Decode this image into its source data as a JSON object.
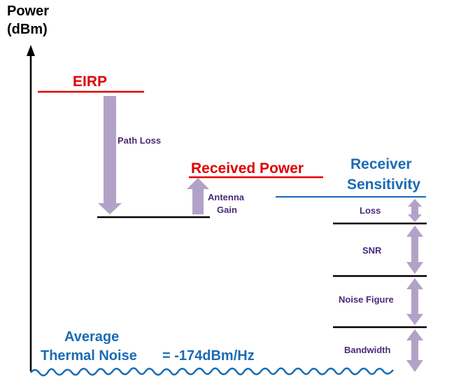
{
  "axis": {
    "title_line1": "Power",
    "title_line2": "(dBm)"
  },
  "levels": {
    "eirp": "EIRP",
    "received_power": "Received Power",
    "receiver_sensitivity_line1": "Receiver",
    "receiver_sensitivity_line2": "Sensitivity"
  },
  "arrows": {
    "path_loss": "Path Loss",
    "antenna_gain_line1": "Antenna",
    "antenna_gain_line2": "Gain",
    "loss": "Loss",
    "snr": "SNR",
    "noise_figure": "Noise Figure",
    "bandwidth": "Bandwidth"
  },
  "noise": {
    "line1": "Average",
    "line2": "Thermal Noise",
    "value": "= -174dBm/Hz"
  },
  "colors": {
    "red": "#e00000",
    "blue": "#1a6bb5",
    "purple_text": "#4b2a78",
    "arrow_fill": "#b3a2c7"
  }
}
